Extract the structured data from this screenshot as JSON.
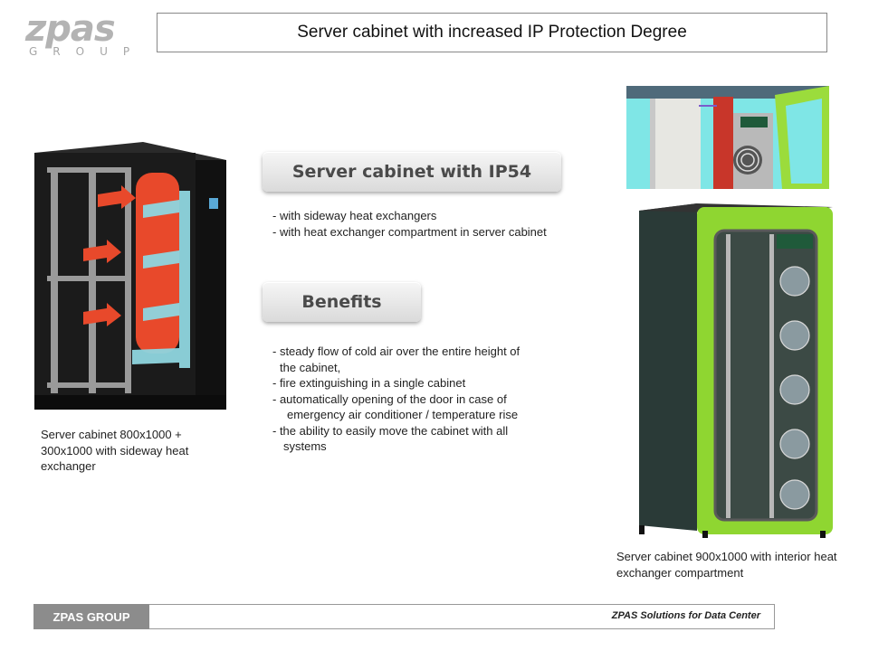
{
  "logo": {
    "main": "zpas",
    "sub": "GROUP"
  },
  "title": "Server cabinet with increased IP Protection Degree",
  "section1": {
    "heading": "Server cabinet with IP54",
    "lines": [
      "- with sideway heat exchangers",
      "- with heat exchanger compartment in server cabinet"
    ]
  },
  "section2": {
    "heading": "Benefits",
    "lines": [
      "- steady flow of cold air over the entire height of",
      "the cabinet,",
      "- fire extinguishing in a single cabinet",
      "- automatically opening of  the door in case of",
      "emergency air conditioner / temperature rise",
      "- the ability to easily move the cabinet with all",
      "systems"
    ]
  },
  "captions": {
    "left": "Server cabinet 800x1000 + 300x1000 with sideway heat exchanger",
    "right": "Server cabinet 900x1000 with  interior heat exchanger  compartment"
  },
  "footer": {
    "tag": "ZPAS GROUP",
    "right": "ZPAS Solutions for Data Center"
  },
  "colors": {
    "hot_air": "#e8492b",
    "cold_air": "#8fd6e0",
    "green_frame": "#8fd631",
    "cabinet": "#1b1b1b"
  }
}
